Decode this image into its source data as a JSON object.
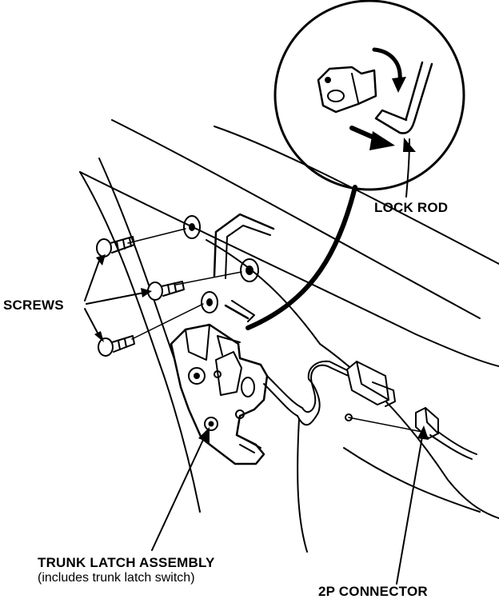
{
  "labels": {
    "lock_rod": "LOCK ROD",
    "screws": "SCREWS",
    "latch_title": "TRUNK LATCH ASSEMBLY",
    "latch_note": "(includes trunk latch switch)",
    "connector": "2P CONNECTOR"
  },
  "colors": {
    "ink": "#000000",
    "paper": "#ffffff"
  }
}
